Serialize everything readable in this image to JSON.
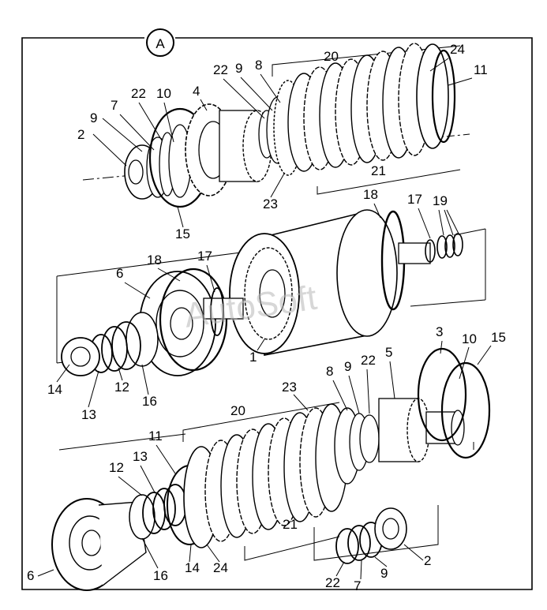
{
  "panel_badge": "A",
  "watermark": "AutoSoft",
  "labels_upper": [
    "20",
    "24",
    "11",
    "22",
    "9",
    "8",
    "4",
    "7",
    "22",
    "10",
    "9",
    "2",
    "21",
    "23",
    "15"
  ],
  "labels_middle": [
    "18",
    "17",
    "19",
    "6",
    "18",
    "17",
    "14",
    "13",
    "12",
    "16",
    "1"
  ],
  "labels_lower": [
    "3",
    "10",
    "15",
    "8",
    "9",
    "22",
    "5",
    "23",
    "20",
    "11",
    "12",
    "13",
    "6",
    "16",
    "14",
    "24",
    "21",
    "22",
    "7",
    "9",
    "2"
  ]
}
